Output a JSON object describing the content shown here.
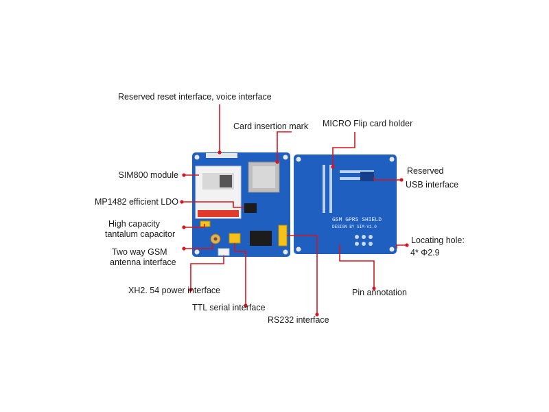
{
  "labels": {
    "reset_voice": "Reserved reset interface, voice interface",
    "card_mark": "Card insertion mark",
    "micro_holder": "MICRO Flip card holder",
    "sim800": "SIM800 module",
    "ldo": "MP1482 efficient LDO",
    "cap_line1": "High capacity",
    "cap_line2": "tantalum capacitor",
    "antenna_line1": "Two way   GSM",
    "antenna_line2": "antenna interface",
    "power": "XH2. 54 power interface",
    "ttl": "TTL serial interface",
    "rs232": "RS232 interface",
    "usb_line1": "Reserved",
    "usb_line2": "USB interface",
    "hole_line1": "Locating hole:",
    "hole_line2": "4* Φ2.9",
    "pin": "Pin annotation"
  },
  "board": {
    "silkscreen_line1": "GSM GPRS SHIELD",
    "silkscreen_line2": "DESIGN BY SIM-V1.0"
  },
  "colors": {
    "pcb": "#1f5fc0",
    "pcb_dark": "#163f8a",
    "leader": "#d9141c",
    "module": "#f2f2f2",
    "header": "#f4c21a"
  }
}
